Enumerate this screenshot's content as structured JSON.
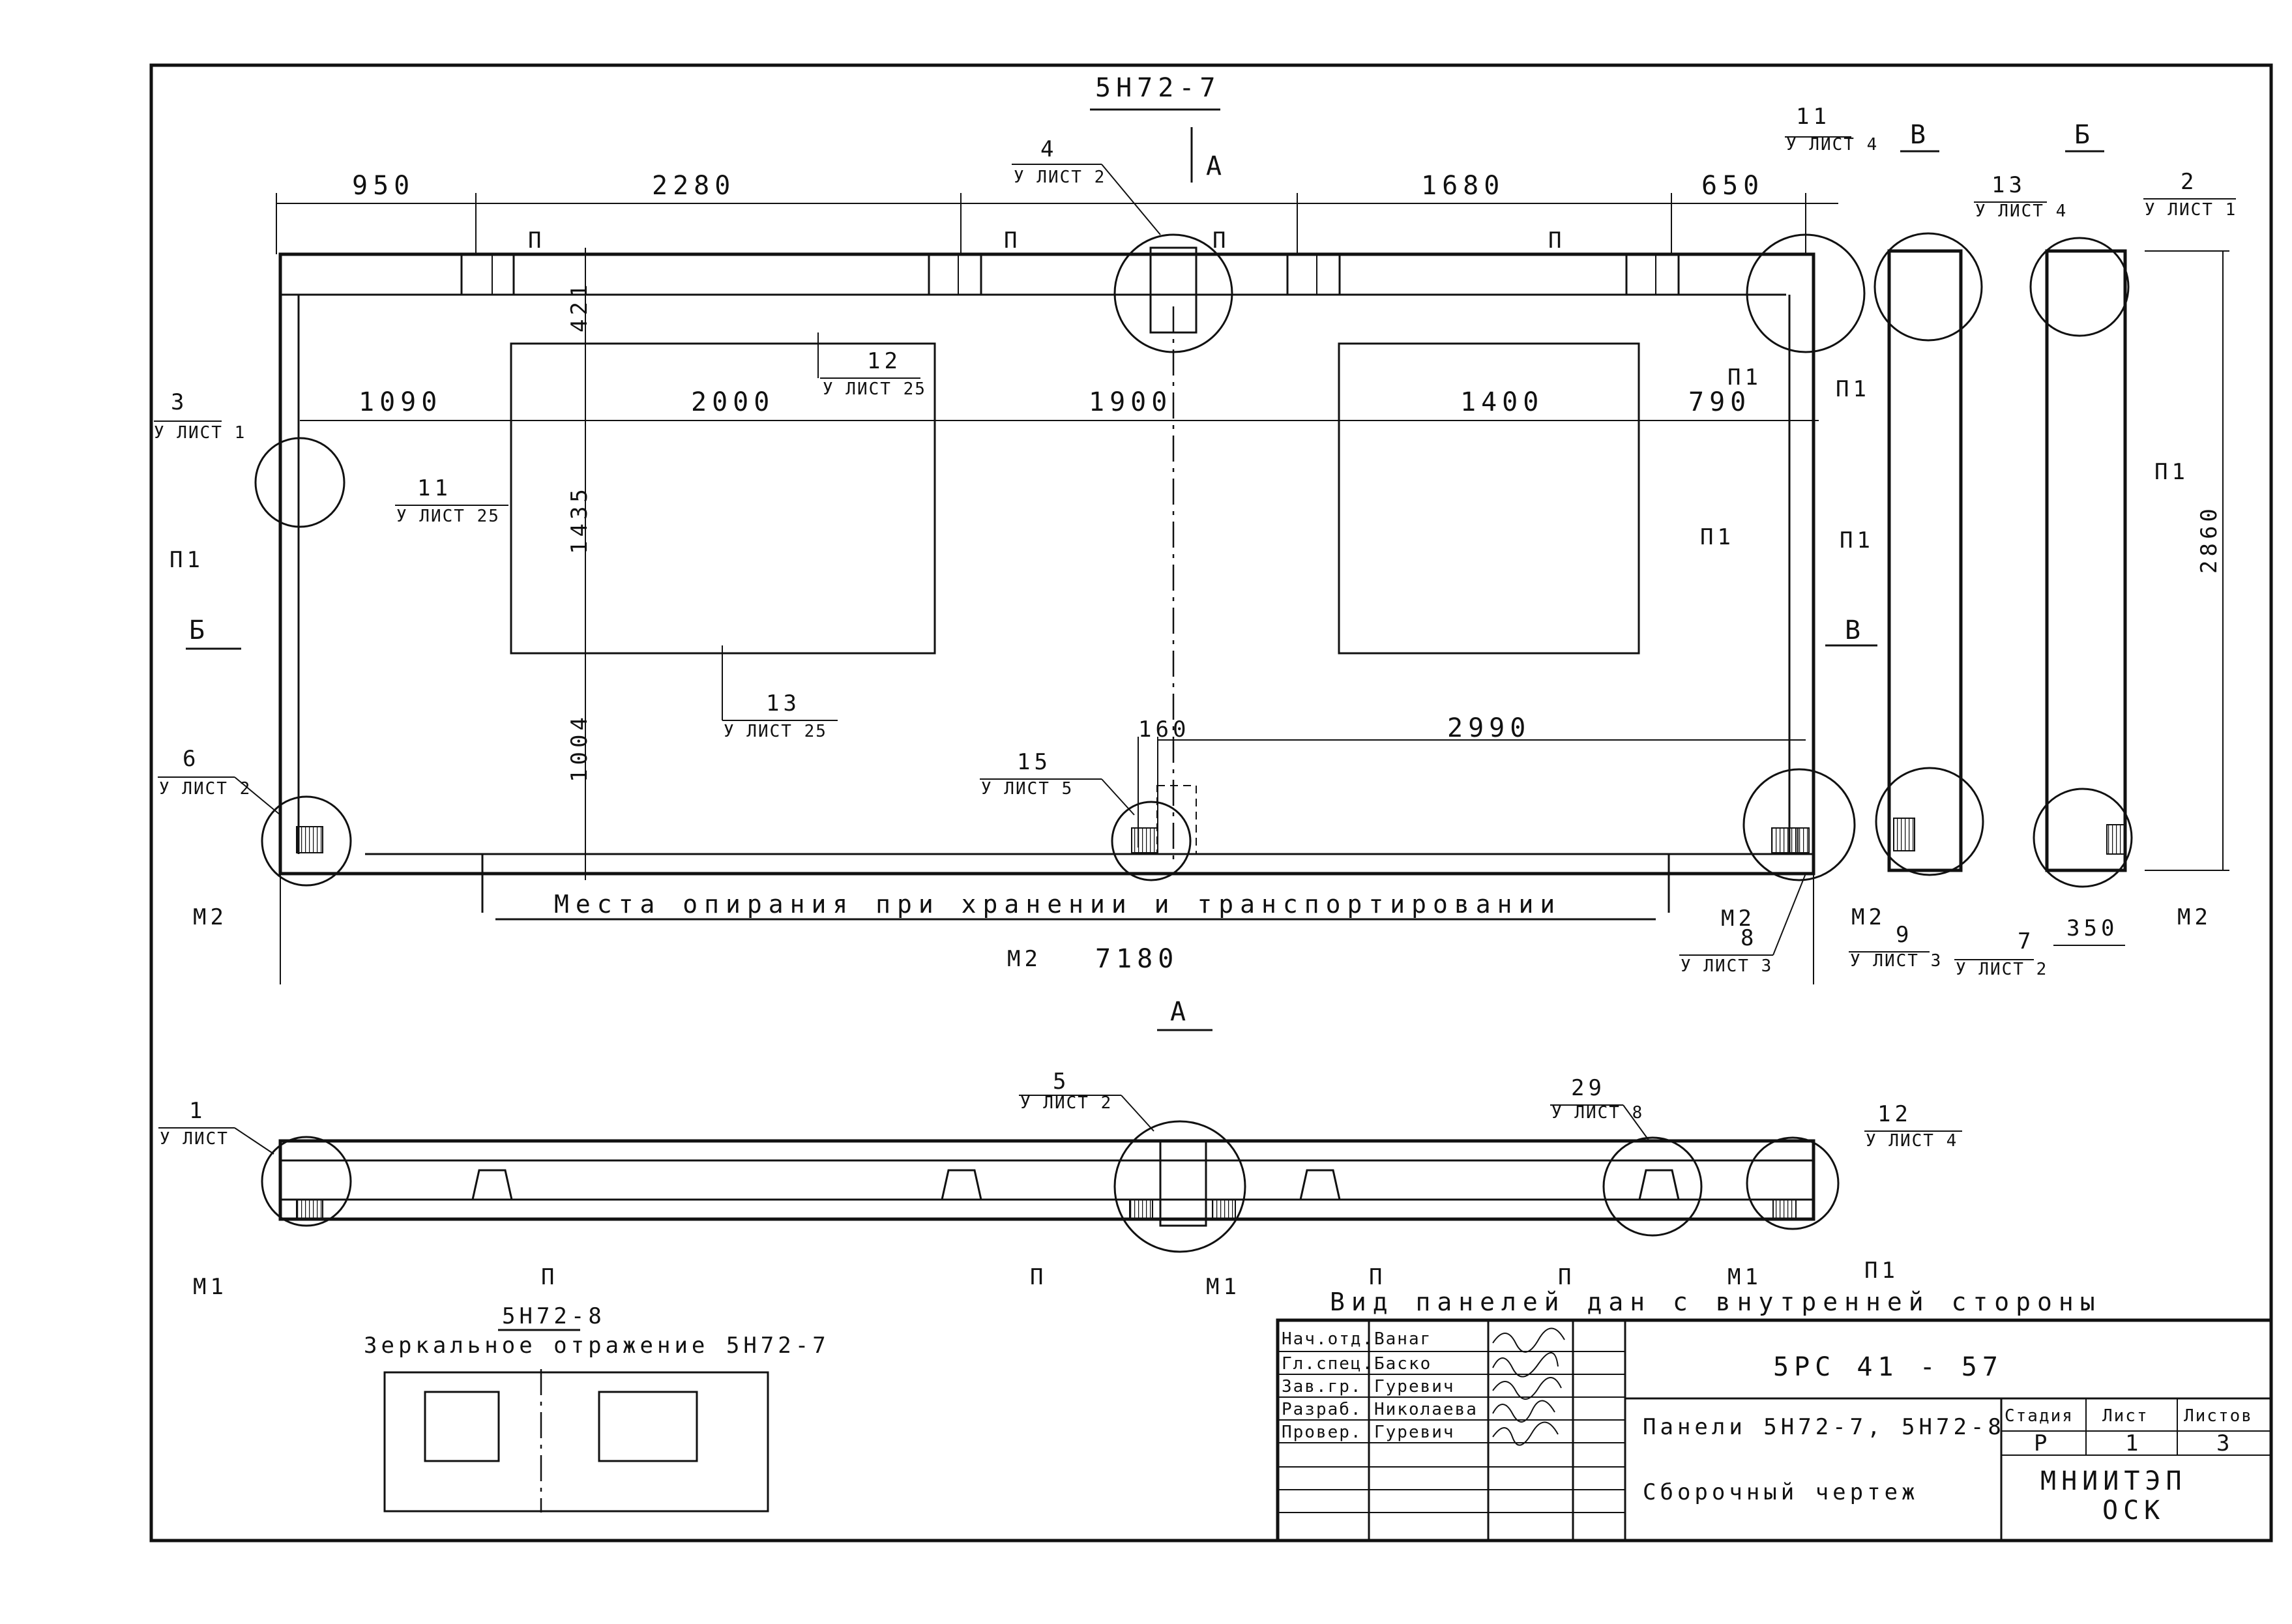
{
  "drawing": {
    "main_title": "5Н72-7",
    "section_a_top": "А",
    "section_a_bottom": "А",
    "section_b": "Б",
    "section_v": "В",
    "view_b_title": "В",
    "view_be_title": "Б",
    "support_note": "Места опирания при хранении и транспортировании",
    "inner_side_note": "Вид панелей дан с внутренней стороны",
    "mirror_title": "5Н72-8",
    "mirror_note": "Зеркальное отражение 5Н72-7"
  },
  "dimensions": {
    "top": [
      "950",
      "2280",
      "1680",
      "650"
    ],
    "middle": [
      "1090",
      "2000",
      "1900",
      "1400",
      "790"
    ],
    "vertical": [
      "421",
      "1435",
      "1004"
    ],
    "bottom_small": "160",
    "bottom_right": "2990",
    "total": "7180",
    "side_height": "2860",
    "side_width": "350"
  },
  "callouts": {
    "c4": {
      "num": "4",
      "sheet": "У ЛИСТ 2"
    },
    "c11a": {
      "num": "11",
      "sheet": "У ЛИСТ 4"
    },
    "c13a": {
      "num": "13",
      "sheet": "У ЛИСТ 4"
    },
    "c2": {
      "num": "2",
      "sheet": "У ЛИСТ 1"
    },
    "c12a": {
      "num": "12",
      "sheet": "У ЛИСТ 25"
    },
    "c3": {
      "num": "3",
      "sheet": "У ЛИСТ 1"
    },
    "c11b": {
      "num": "11",
      "sheet": "У ЛИСТ 25"
    },
    "c13b": {
      "num": "13",
      "sheet": "У ЛИСТ 25"
    },
    "c6": {
      "num": "6",
      "sheet": "У ЛИСТ 2"
    },
    "c15": {
      "num": "15",
      "sheet": "У ЛИСТ 5"
    },
    "c8": {
      "num": "8",
      "sheet": "У ЛИСТ 3"
    },
    "c9": {
      "num": "9",
      "sheet": "У ЛИСТ 3"
    },
    "c7": {
      "num": "7",
      "sheet": "У ЛИСТ 2"
    },
    "c1": {
      "num": "1",
      "sheet": "У ЛИСТ"
    },
    "c5": {
      "num": "5",
      "sheet": "У ЛИСТ 2"
    },
    "c29": {
      "num": "29",
      "sheet": "У ЛИСТ 8"
    },
    "c12b": {
      "num": "12",
      "sheet": "У ЛИСТ 4"
    }
  },
  "marks": {
    "p": "П",
    "p1": "П1",
    "m1": "М1",
    "m2": "М2"
  },
  "title_block": {
    "code": "5РС 41 - 57",
    "name_line1": "Панели 5Н72-7, 5Н72-8",
    "name_line2": "Сборочный чертеж",
    "stage_label": "Стадия",
    "sheet_label": "Лист",
    "sheets_label": "Листов",
    "stage": "Р",
    "sheet": "1",
    "sheets": "3",
    "org_line1": "МНИИТЭП",
    "org_line2": "ОСК",
    "signers": [
      {
        "role": "Нач.отд.",
        "name": "Ванаг"
      },
      {
        "role": "Гл.спец.",
        "name": "Баско"
      },
      {
        "role": "Зав.гр.",
        "name": "Гуревич"
      },
      {
        "role": "Разраб.",
        "name": "Николаева"
      },
      {
        "role": "Провер.",
        "name": "Гуревич"
      }
    ]
  }
}
